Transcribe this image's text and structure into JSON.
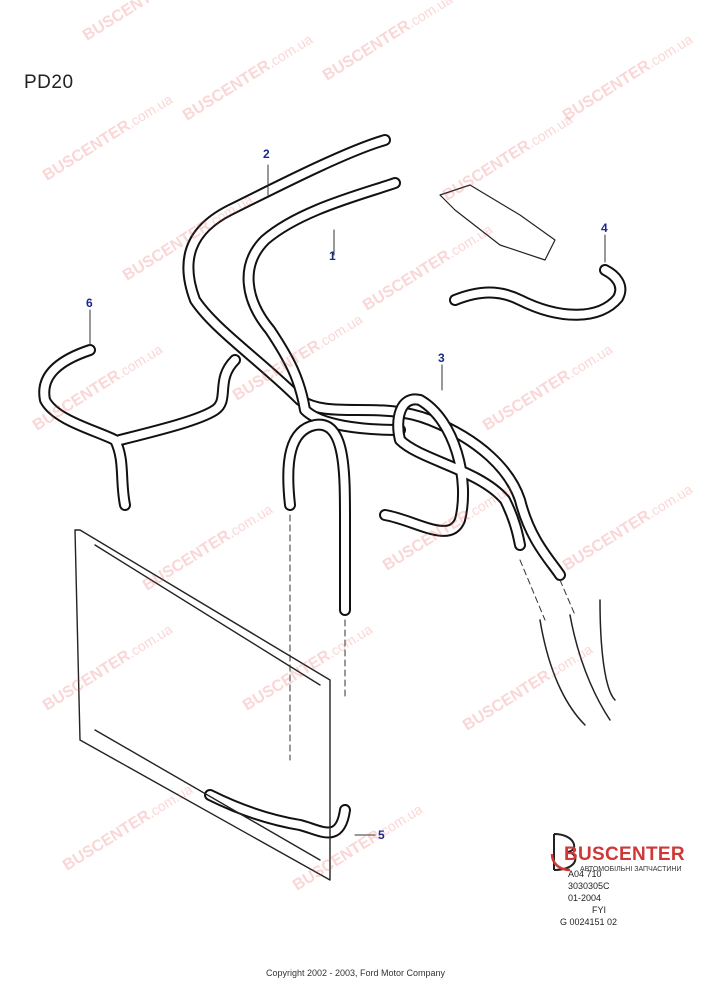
{
  "diagram": {
    "code": "PD20",
    "callouts": [
      "1",
      "2",
      "3",
      "4",
      "5",
      "6"
    ],
    "copyright": "Copyright 2002 - 2003, Ford Motor Company"
  },
  "watermark": {
    "brand": "BUSCENTER",
    "suffix": ".com.ua",
    "color": "#e04444"
  },
  "logo": {
    "name": "BUSCENTER",
    "tagline": "АВТОМОБІЛЬНІ ЗАПЧАСТИНИ",
    "color": "#d03838"
  },
  "reference": {
    "lines": [
      "A04 710",
      "3030305C",
      "01-2004",
      "FYI",
      "G 0024151 02"
    ]
  }
}
